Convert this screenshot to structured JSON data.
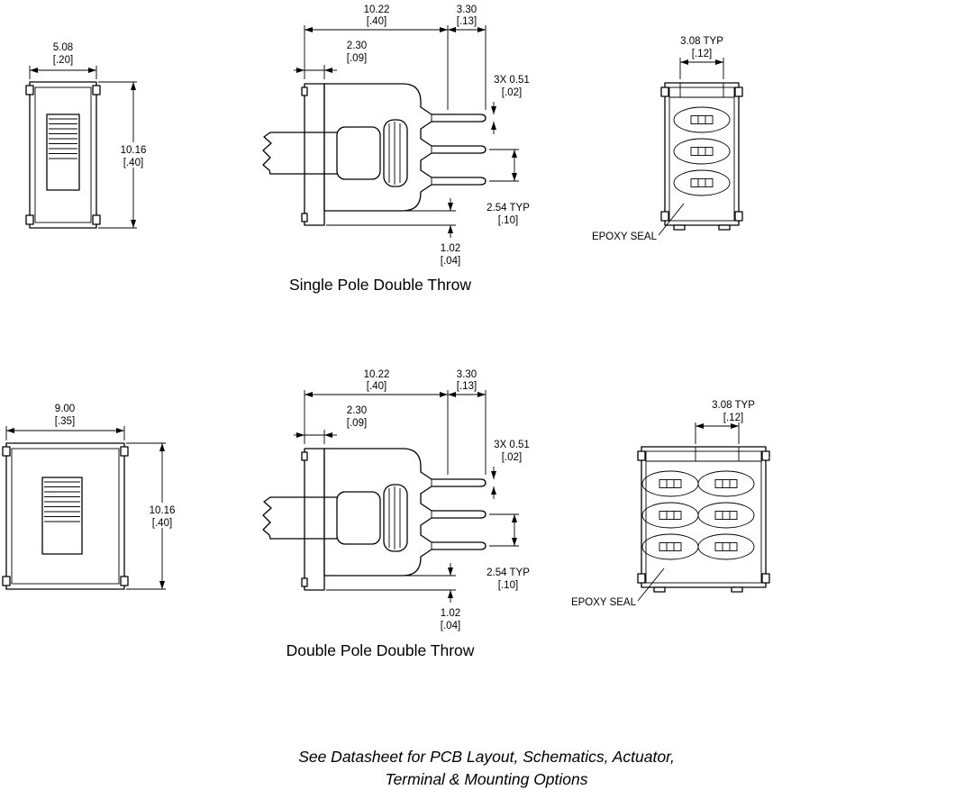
{
  "captions": {
    "spdt": "Single Pole Double Throw",
    "dpdt": "Double Pole Double Throw"
  },
  "footer": {
    "line1": "See Datasheet for PCB Layout, Schematics, Actuator,",
    "line2": "Terminal & Mounting Options"
  },
  "spdt_front": {
    "width_mm": "5.08",
    "width_in": "[.20]",
    "height_mm": "10.16",
    "height_in": "[.40]"
  },
  "dpdt_front": {
    "width_mm": "9.00",
    "width_in": "[.35]",
    "height_mm": "10.16",
    "height_in": "[.40]"
  },
  "side": {
    "depth_mm": "10.22",
    "depth_in": "[.40]",
    "pin_len_mm": "3.30",
    "pin_len_in": "[.13]",
    "actuator_mm": "2.30",
    "actuator_in": "[.09]",
    "pin_thk_mm": "3X 0.51",
    "pin_thk_in": "[.02]",
    "pitch_mm": "2.54 TYP",
    "pitch_in": "[.10]",
    "standoff_mm": "1.02",
    "standoff_in": "[.04]"
  },
  "rear": {
    "spacing_mm": "3.08 TYP",
    "spacing_in": "[.12]",
    "epoxy_label": "EPOXY SEAL"
  }
}
